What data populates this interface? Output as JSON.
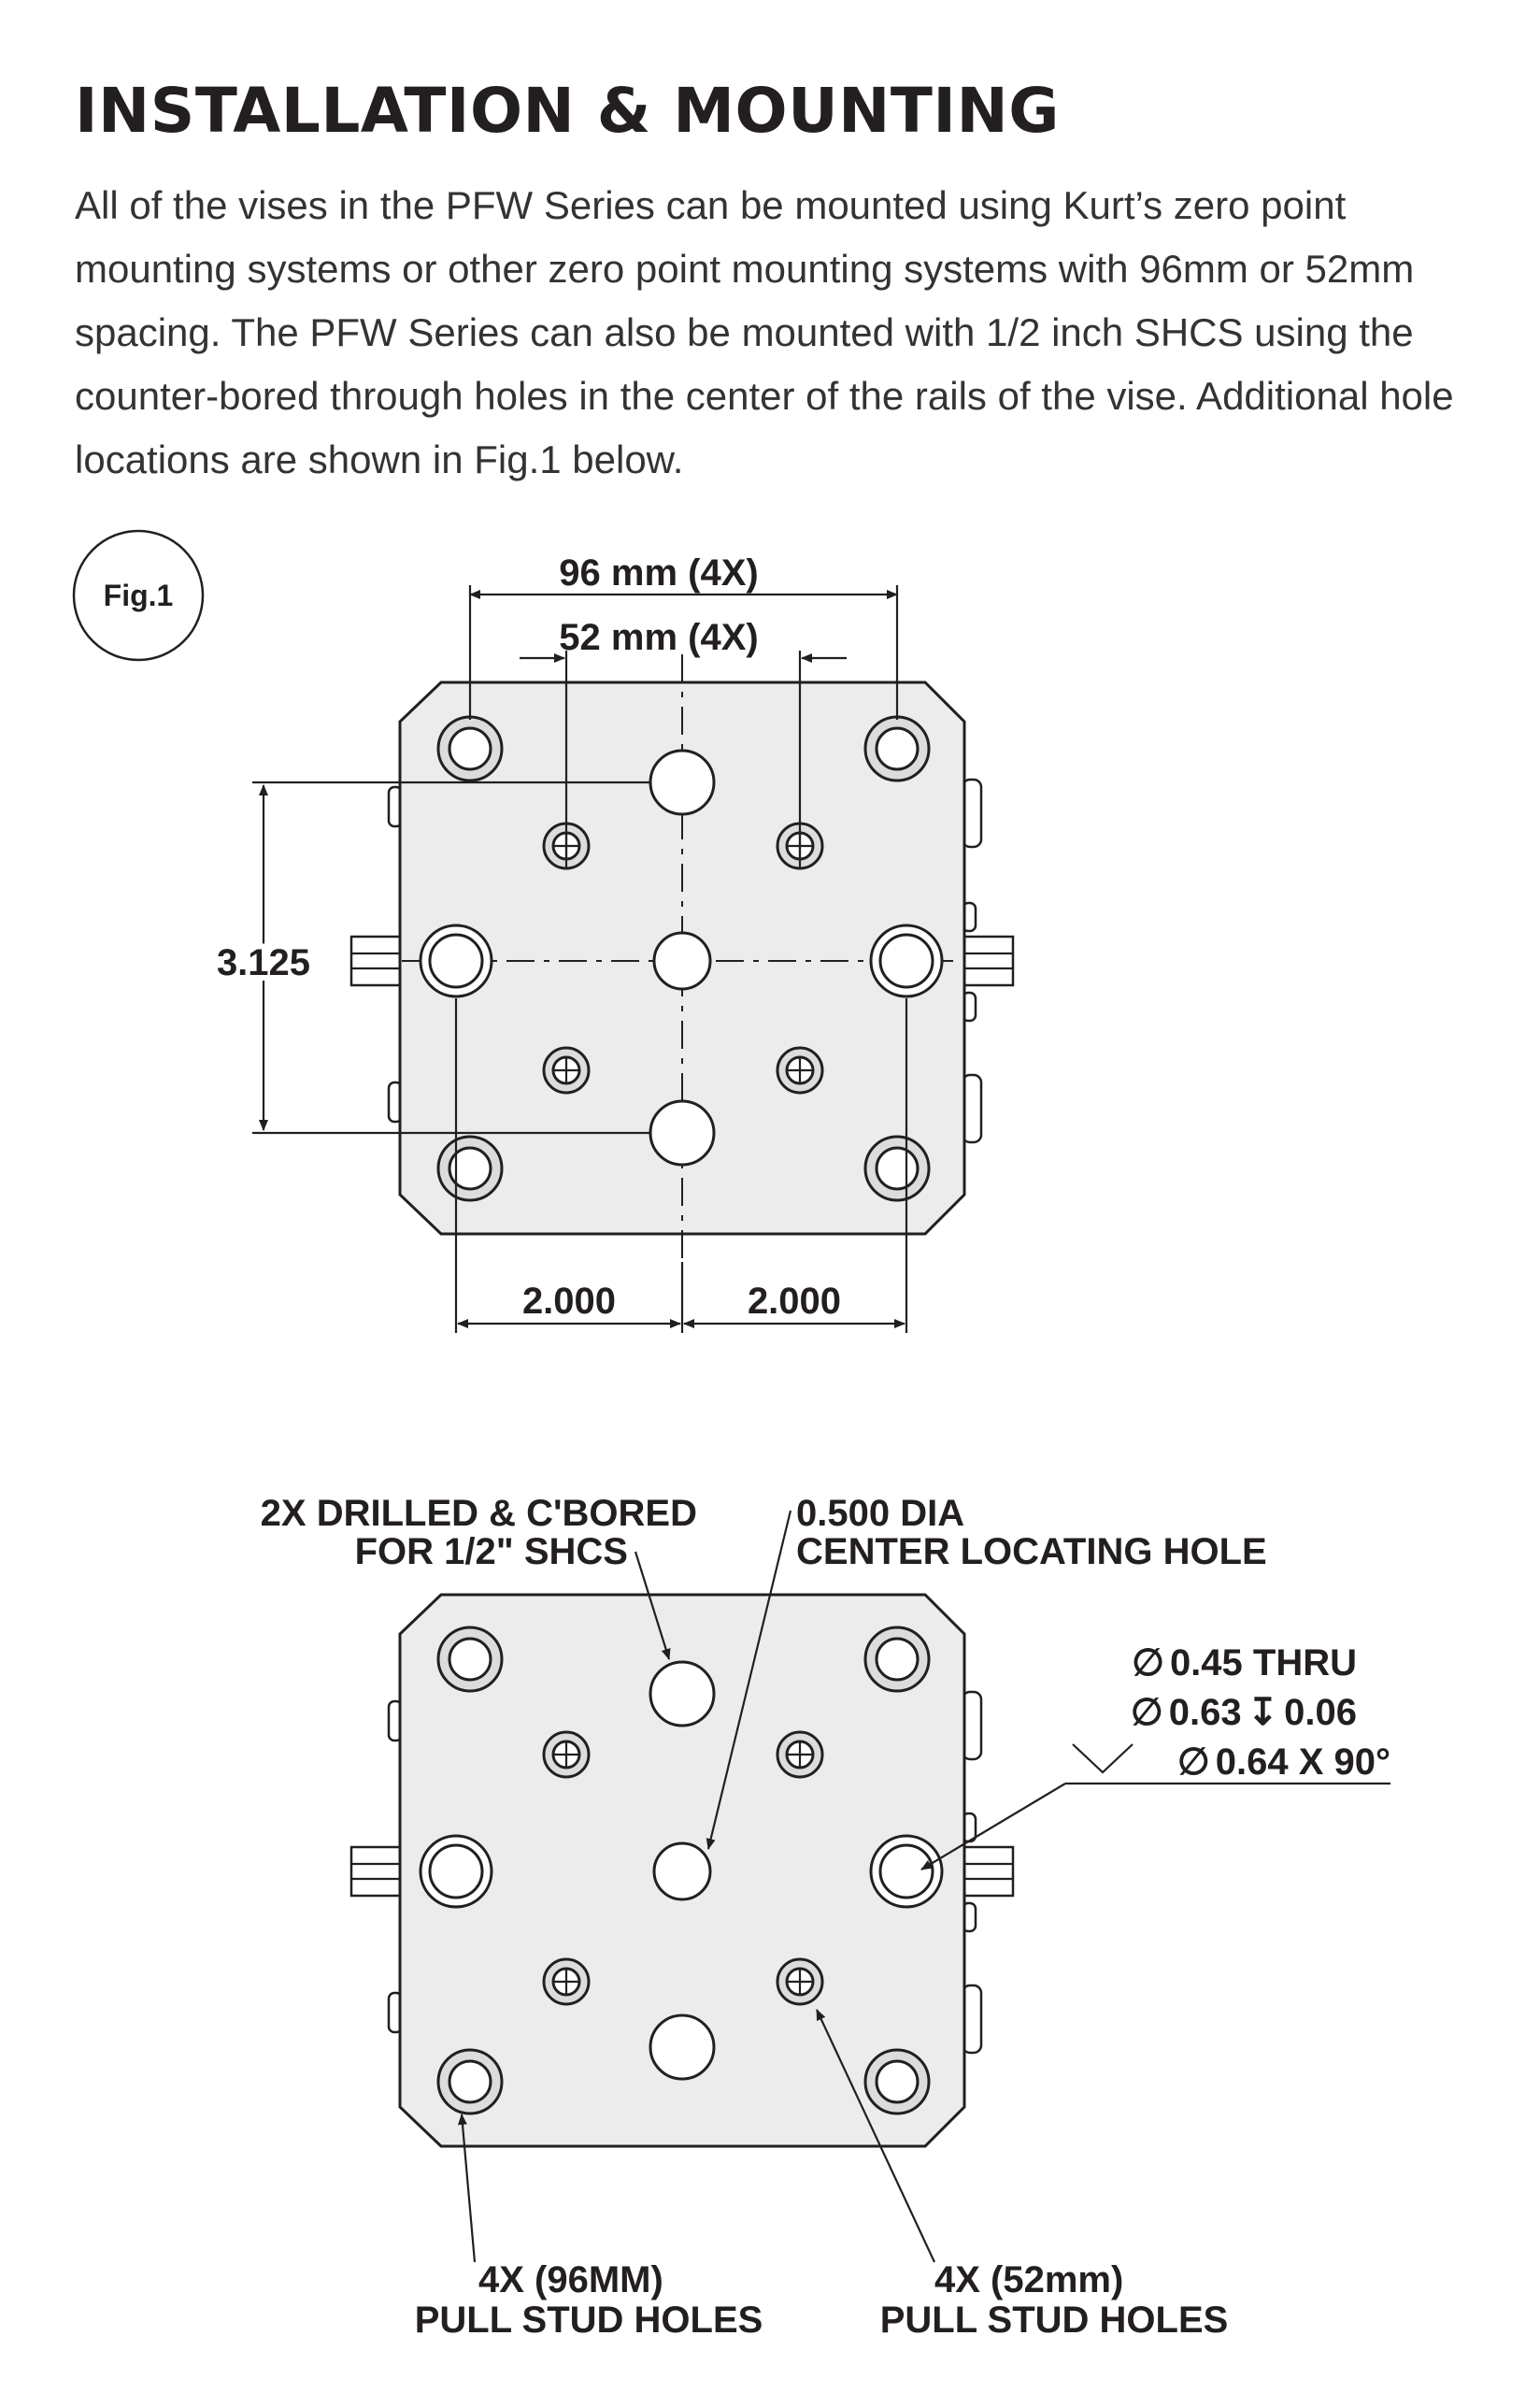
{
  "heading": "INSTALLATION & MOUNTING",
  "intro": "All of the vises in the PFW Series can be mounted using Kurt’s zero point mounting systems or other zero point mounting systems with 96mm or 52mm spacing. The PFW Series can also be mounted with 1/2 inch SHCS using the counter-bored through holes in the center of the rails of the vise. Additional hole locations are shown in Fig.1 below.",
  "fig1": {
    "label": "Fig.1",
    "dim_96": "96 mm (4X)",
    "dim_52": "52 mm (4X)",
    "dim_vertical": "3.125",
    "dim_left": "2.000",
    "dim_right": "2.000"
  },
  "fig2": {
    "callout_shcs_line1": "2X DRILLED & C'BORED",
    "callout_shcs_line2": "FOR 1/2\" SHCS",
    "callout_center_line1": "0.500 DIA",
    "callout_center_line2": "CENTER LOCATING HOLE",
    "thru_line1": "0.45 THRU",
    "thru_line2": "0.63",
    "thru_line2_depth": "0.06",
    "thru_line3": "0.64 X 90°",
    "diameter_symbol": "∅",
    "depth_symbol": "↧",
    "callout_96_line1": "4X (96MM)",
    "callout_96_line2": "PULL STUD HOLES",
    "callout_52_line1": "4X (52mm)",
    "callout_52_line2": "PULL STUD HOLES"
  }
}
